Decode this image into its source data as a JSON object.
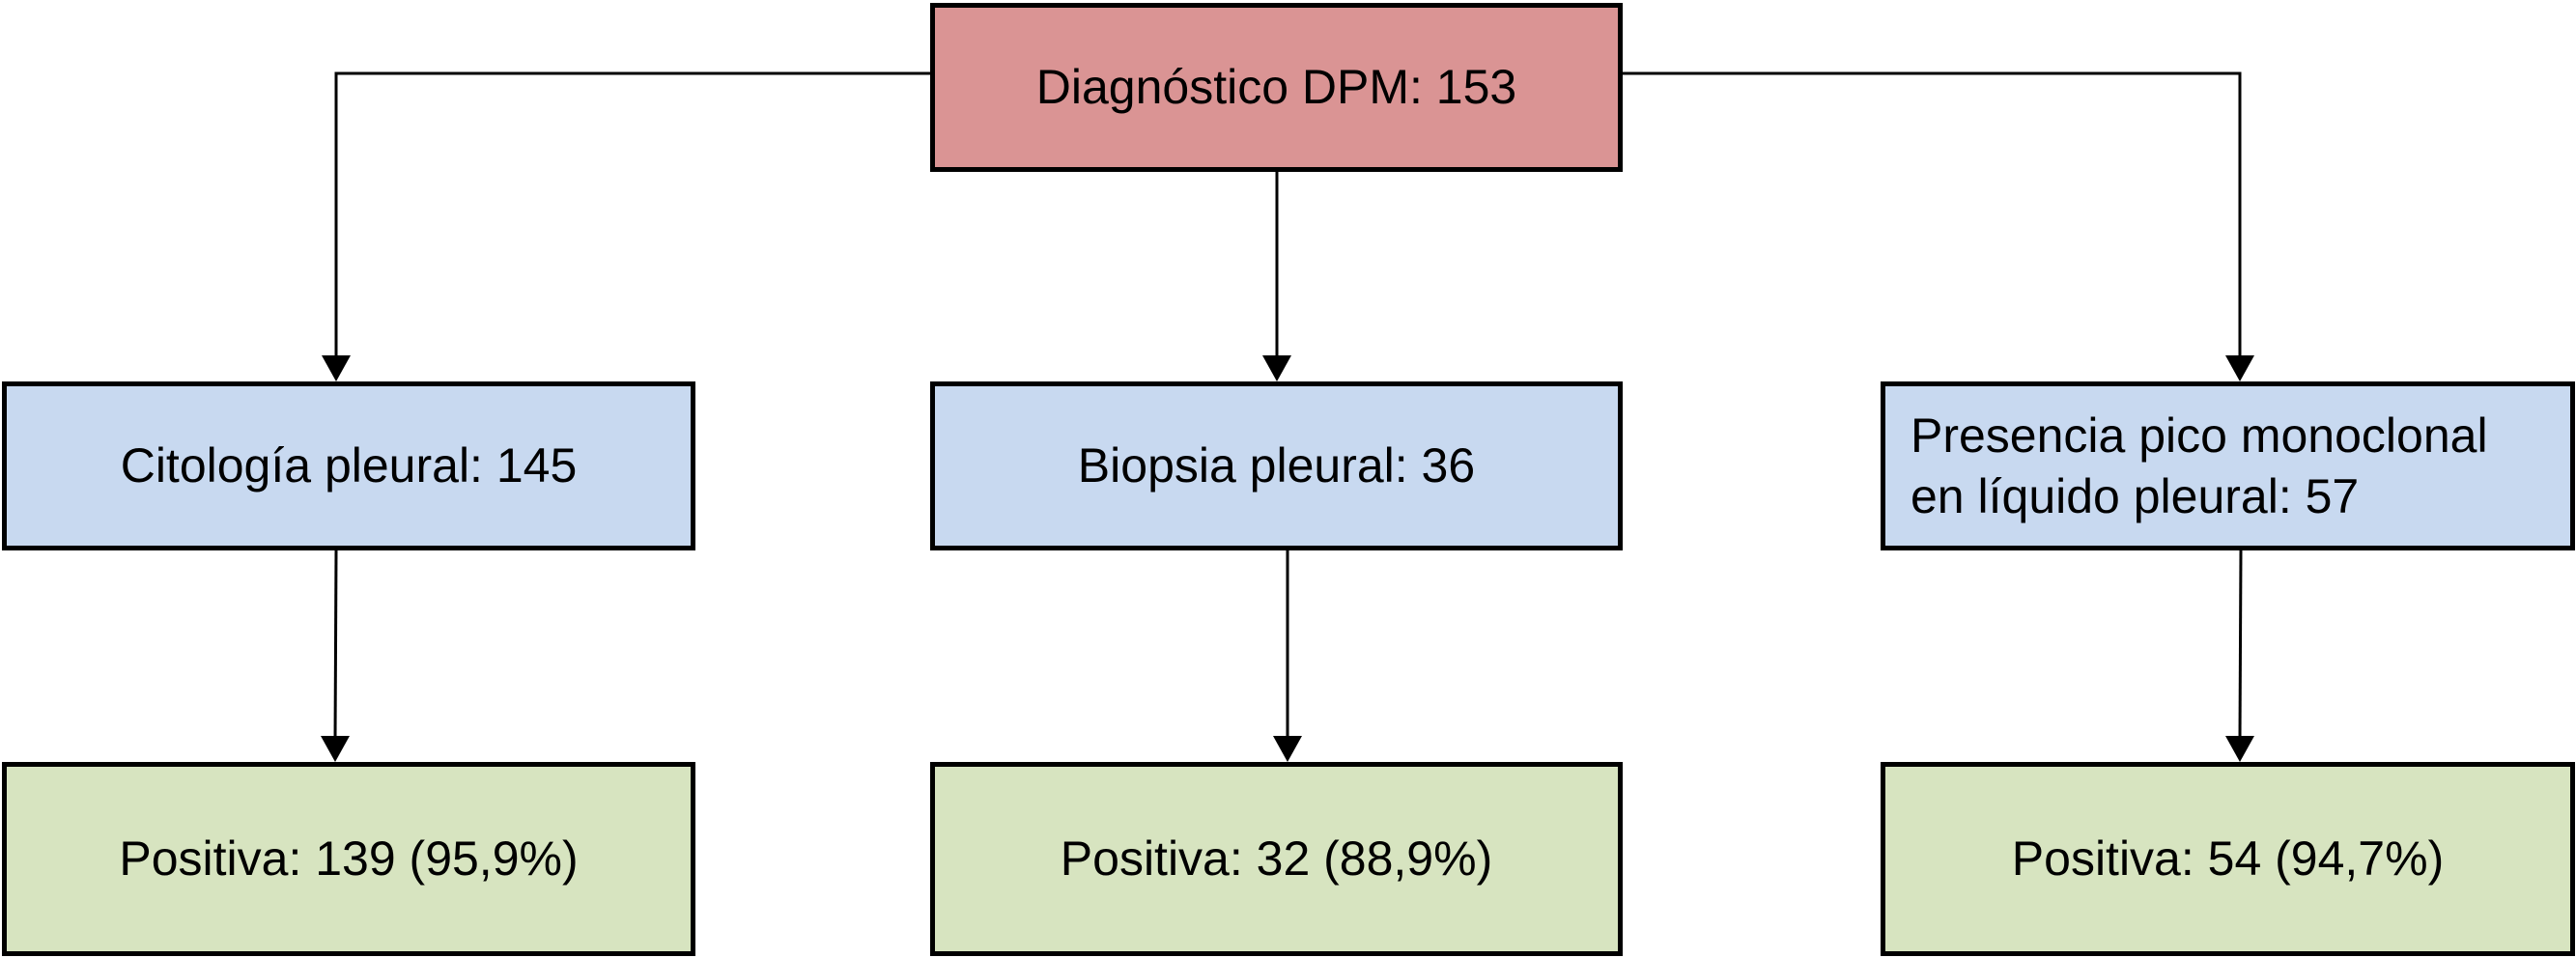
{
  "colors": {
    "root_fill": "#da9494",
    "level2_fill": "#c8d9f0",
    "level3_fill": "#d7e4c0",
    "border": "#000000"
  },
  "diagram": {
    "root": {
      "label": "Diagnóstico DPM: 153"
    },
    "branches": [
      {
        "test_label": "Citología pleural: 145",
        "result_label": "Positiva: 139 (95,9%)"
      },
      {
        "test_label": "Biopsia pleural: 36",
        "result_label": "Positiva: 32 (88,9%)"
      },
      {
        "test_label_lines": [
          "Presencia pico monoclonal",
          "en líquido pleural: 57"
        ],
        "result_label": "Positiva: 54 (94,7%)"
      }
    ]
  }
}
